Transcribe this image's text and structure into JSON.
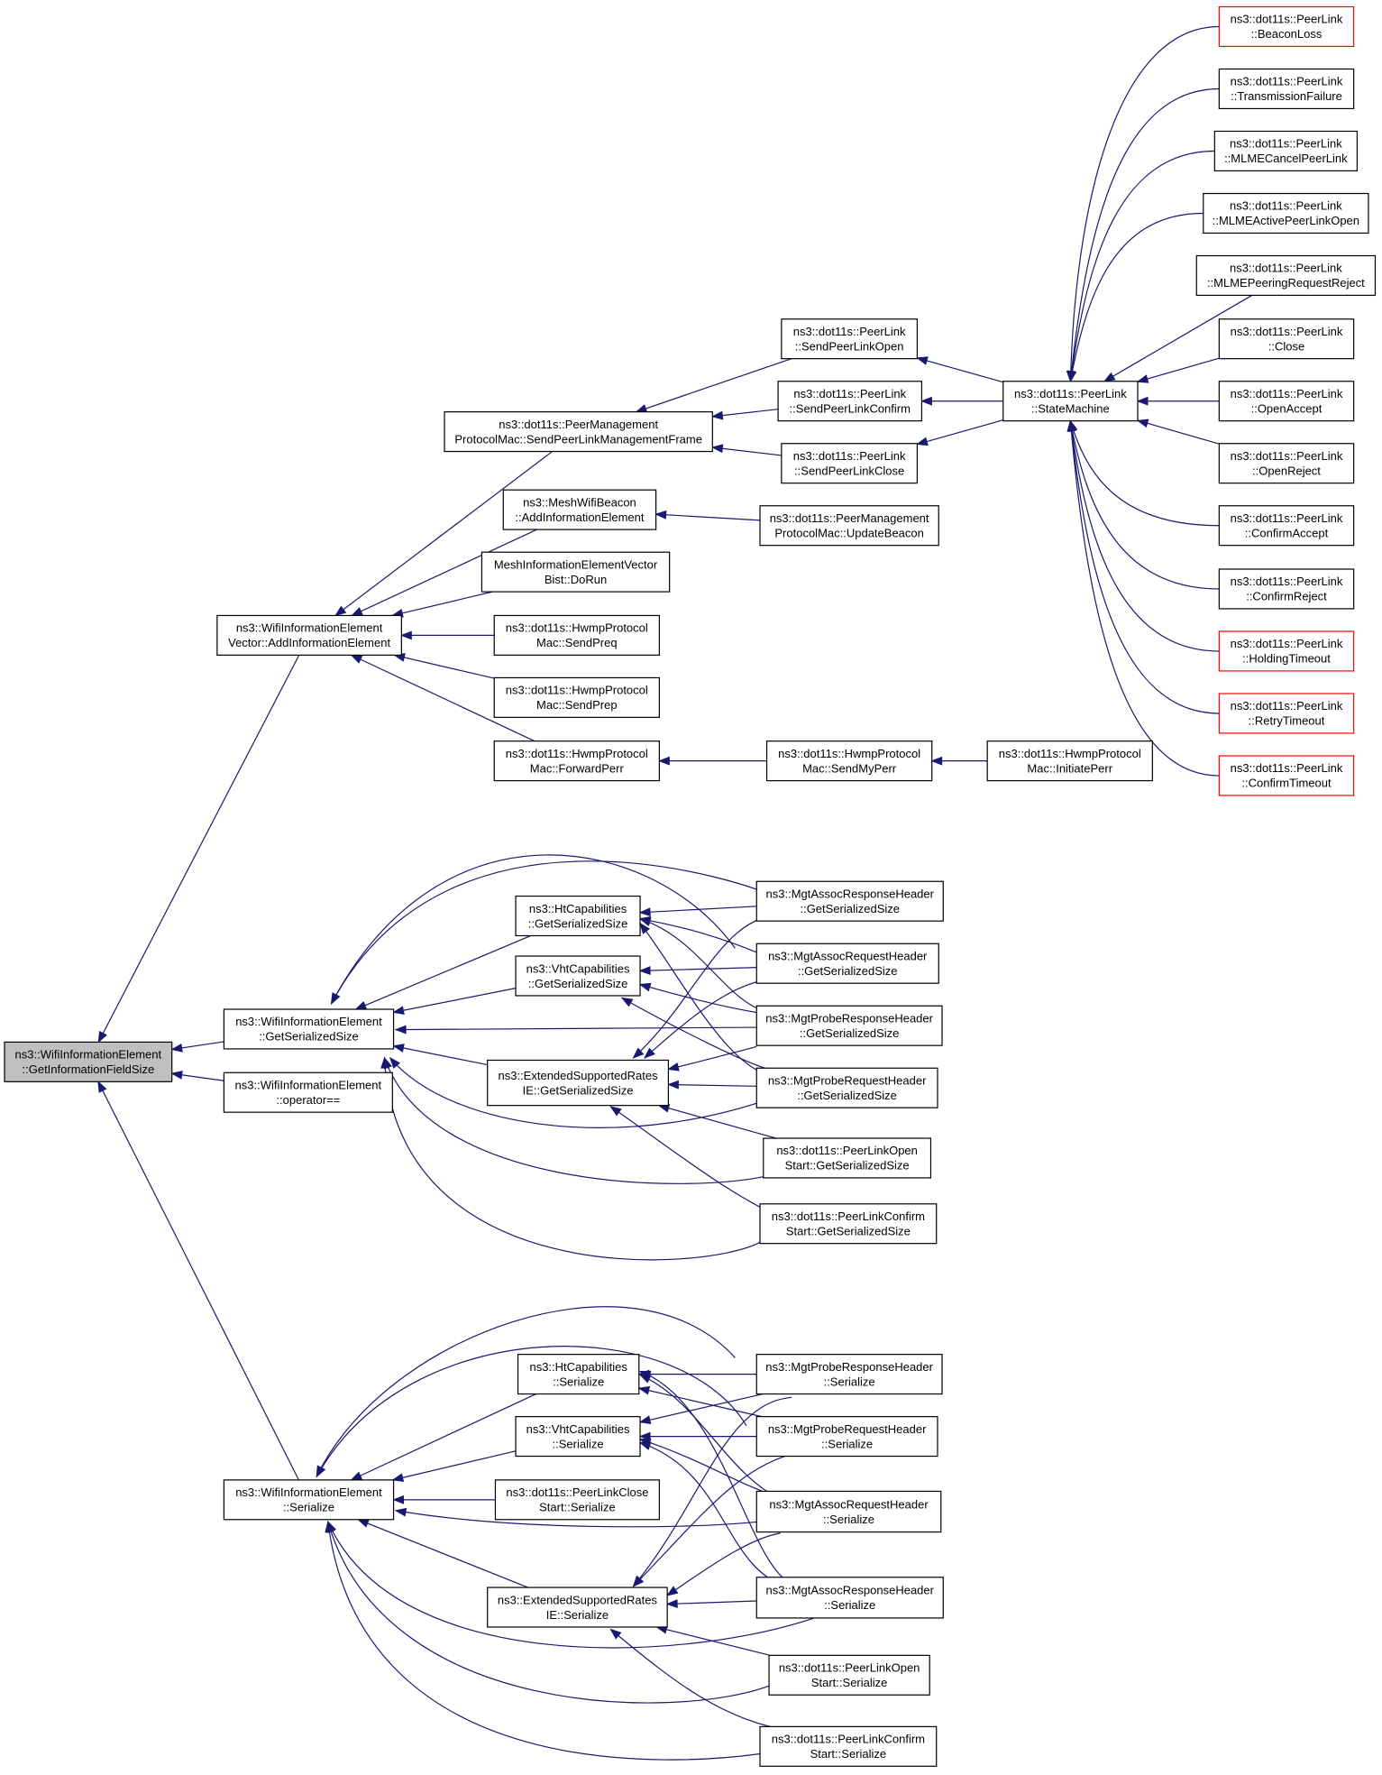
{
  "graph": {
    "edge_color": "#191970",
    "root_fill": "#bfbfbf",
    "missing_node_border": "#ff0000",
    "nodes": [
      {
        "id": "root",
        "lines": [
          "ns3::WifiInformationElement",
          "::GetInformationFieldSize"
        ],
        "style": "root"
      },
      {
        "id": "addie",
        "lines": [
          "ns3::WifiInformationElement",
          "Vector::AddInformationElement"
        ]
      },
      {
        "id": "gss",
        "lines": [
          "ns3::WifiInformationElement",
          "::GetSerializedSize"
        ]
      },
      {
        "id": "opeq",
        "lines": [
          "ns3::WifiInformationElement",
          "::operator=="
        ]
      },
      {
        "id": "ser",
        "lines": [
          "ns3::WifiInformationElement",
          "::Serialize"
        ]
      },
      {
        "id": "spmf",
        "lines": [
          "ns3::dot11s::PeerManagement",
          "ProtocolMac::SendPeerLinkManagementFrame"
        ]
      },
      {
        "id": "mwb",
        "lines": [
          "ns3::MeshWifiBeacon",
          "::AddInformationElement"
        ]
      },
      {
        "id": "miev",
        "lines": [
          "MeshInformationElementVector",
          "Bist::DoRun"
        ]
      },
      {
        "id": "spreq",
        "lines": [
          "ns3::dot11s::HwmpProtocol",
          "Mac::SendPreq"
        ]
      },
      {
        "id": "sprep",
        "lines": [
          "ns3::dot11s::HwmpProtocol",
          "Mac::SendPrep"
        ]
      },
      {
        "id": "fperr",
        "lines": [
          "ns3::dot11s::HwmpProtocol",
          "Mac::ForwardPerr"
        ]
      },
      {
        "id": "splo",
        "lines": [
          "ns3::dot11s::PeerLink",
          "::SendPeerLinkOpen"
        ]
      },
      {
        "id": "splcf",
        "lines": [
          "ns3::dot11s::PeerLink",
          "::SendPeerLinkConfirm"
        ]
      },
      {
        "id": "splcl",
        "lines": [
          "ns3::dot11s::PeerLink",
          "::SendPeerLinkClose"
        ]
      },
      {
        "id": "ub",
        "lines": [
          "ns3::dot11s::PeerManagement",
          "ProtocolMac::UpdateBeacon"
        ]
      },
      {
        "id": "smp",
        "lines": [
          "ns3::dot11s::HwmpProtocol",
          "Mac::SendMyPerr"
        ]
      },
      {
        "id": "ip",
        "lines": [
          "ns3::dot11s::HwmpProtocol",
          "Mac::InitiatePerr"
        ]
      },
      {
        "id": "sm",
        "lines": [
          "ns3::dot11s::PeerLink",
          "::StateMachine"
        ]
      },
      {
        "id": "bl",
        "lines": [
          "ns3::dot11s::PeerLink",
          "::BeaconLoss"
        ],
        "style": "red"
      },
      {
        "id": "tf",
        "lines": [
          "ns3::dot11s::PeerLink",
          "::TransmissionFailure"
        ]
      },
      {
        "id": "mcpl",
        "lines": [
          "ns3::dot11s::PeerLink",
          "::MLMECancelPeerLink"
        ]
      },
      {
        "id": "mapo",
        "lines": [
          "ns3::dot11s::PeerLink",
          "::MLMEActivePeerLinkOpen"
        ]
      },
      {
        "id": "mprr",
        "lines": [
          "ns3::dot11s::PeerLink",
          "::MLMEPeeringRequestReject"
        ]
      },
      {
        "id": "cl",
        "lines": [
          "ns3::dot11s::PeerLink",
          "::Close"
        ]
      },
      {
        "id": "oa",
        "lines": [
          "ns3::dot11s::PeerLink",
          "::OpenAccept"
        ]
      },
      {
        "id": "orj",
        "lines": [
          "ns3::dot11s::PeerLink",
          "::OpenReject"
        ]
      },
      {
        "id": "ca",
        "lines": [
          "ns3::dot11s::PeerLink",
          "::ConfirmAccept"
        ]
      },
      {
        "id": "crj",
        "lines": [
          "ns3::dot11s::PeerLink",
          "::ConfirmReject"
        ]
      },
      {
        "id": "ht",
        "lines": [
          "ns3::dot11s::PeerLink",
          "::HoldingTimeout"
        ],
        "style": "red"
      },
      {
        "id": "rt",
        "lines": [
          "ns3::dot11s::PeerLink",
          "::RetryTimeout"
        ],
        "style": "red"
      },
      {
        "id": "ct",
        "lines": [
          "ns3::dot11s::PeerLink",
          "::ConfirmTimeout"
        ],
        "style": "red"
      },
      {
        "id": "htg",
        "lines": [
          "ns3::HtCapabilities",
          "::GetSerializedSize"
        ]
      },
      {
        "id": "vhtg",
        "lines": [
          "ns3::VhtCapabilities",
          "::GetSerializedSize"
        ]
      },
      {
        "id": "esrg",
        "lines": [
          "ns3::ExtendedSupportedRates",
          "IE::GetSerializedSize"
        ]
      },
      {
        "id": "marspg",
        "lines": [
          "ns3::MgtAssocResponseHeader",
          "::GetSerializedSize"
        ]
      },
      {
        "id": "marqg",
        "lines": [
          "ns3::MgtAssocRequestHeader",
          "::GetSerializedSize"
        ]
      },
      {
        "id": "mprspg",
        "lines": [
          "ns3::MgtProbeResponseHeader",
          "::GetSerializedSize"
        ]
      },
      {
        "id": "mprqg",
        "lines": [
          "ns3::MgtProbeRequestHeader",
          "::GetSerializedSize"
        ]
      },
      {
        "id": "plosg",
        "lines": [
          "ns3::dot11s::PeerLinkOpen",
          "Start::GetSerializedSize"
        ]
      },
      {
        "id": "plcsg",
        "lines": [
          "ns3::dot11s::PeerLinkConfirm",
          "Start::GetSerializedSize"
        ]
      },
      {
        "id": "hts",
        "lines": [
          "ns3::HtCapabilities",
          "::Serialize"
        ]
      },
      {
        "id": "vhts",
        "lines": [
          "ns3::VhtCapabilities",
          "::Serialize"
        ]
      },
      {
        "id": "plcls",
        "lines": [
          "ns3::dot11s::PeerLinkClose",
          "Start::Serialize"
        ]
      },
      {
        "id": "esrs",
        "lines": [
          "ns3::ExtendedSupportedRates",
          "IE::Serialize"
        ]
      },
      {
        "id": "mprsps",
        "lines": [
          "ns3::MgtProbeResponseHeader",
          "::Serialize"
        ]
      },
      {
        "id": "mprqs",
        "lines": [
          "ns3::MgtProbeRequestHeader",
          "::Serialize"
        ]
      },
      {
        "id": "marqs",
        "lines": [
          "ns3::MgtAssocRequestHeader",
          "::Serialize"
        ]
      },
      {
        "id": "marsps",
        "lines": [
          "ns3::MgtAssocResponseHeader",
          "::Serialize"
        ]
      },
      {
        "id": "ploss",
        "lines": [
          "ns3::dot11s::PeerLinkOpen",
          "Start::Serialize"
        ]
      },
      {
        "id": "plcss",
        "lines": [
          "ns3::dot11s::PeerLinkConfirm",
          "Start::Serialize"
        ]
      }
    ],
    "edges": [
      [
        "root",
        "addie"
      ],
      [
        "root",
        "gss"
      ],
      [
        "root",
        "opeq"
      ],
      [
        "root",
        "ser"
      ],
      [
        "addie",
        "spmf"
      ],
      [
        "addie",
        "mwb"
      ],
      [
        "addie",
        "miev"
      ],
      [
        "addie",
        "spreq"
      ],
      [
        "addie",
        "sprep"
      ],
      [
        "addie",
        "fperr"
      ],
      [
        "spmf",
        "splo"
      ],
      [
        "spmf",
        "splcf"
      ],
      [
        "spmf",
        "splcl"
      ],
      [
        "mwb",
        "ub"
      ],
      [
        "fperr",
        "smp"
      ],
      [
        "smp",
        "ip"
      ],
      [
        "splo",
        "sm"
      ],
      [
        "splcf",
        "sm"
      ],
      [
        "splcl",
        "sm"
      ],
      [
        "sm",
        "bl"
      ],
      [
        "sm",
        "tf"
      ],
      [
        "sm",
        "mcpl"
      ],
      [
        "sm",
        "mapo"
      ],
      [
        "sm",
        "mprr"
      ],
      [
        "sm",
        "cl"
      ],
      [
        "sm",
        "oa"
      ],
      [
        "sm",
        "orj"
      ],
      [
        "sm",
        "ca"
      ],
      [
        "sm",
        "crj"
      ],
      [
        "sm",
        "ht"
      ],
      [
        "sm",
        "rt"
      ],
      [
        "sm",
        "ct"
      ],
      [
        "gss",
        "htg"
      ],
      [
        "gss",
        "vhtg"
      ],
      [
        "gss",
        "esrg"
      ],
      [
        "gss",
        "marspg"
      ],
      [
        "gss",
        "marqg"
      ],
      [
        "gss",
        "mprspg"
      ],
      [
        "gss",
        "mprqg"
      ],
      [
        "gss",
        "plosg"
      ],
      [
        "gss",
        "plcsg"
      ],
      [
        "htg",
        "marspg"
      ],
      [
        "htg",
        "marqg"
      ],
      [
        "htg",
        "mprspg"
      ],
      [
        "htg",
        "mprqg"
      ],
      [
        "vhtg",
        "marqg"
      ],
      [
        "vhtg",
        "mprspg"
      ],
      [
        "vhtg",
        "mprqg"
      ],
      [
        "esrg",
        "marspg"
      ],
      [
        "esrg",
        "marqg"
      ],
      [
        "esrg",
        "mprspg"
      ],
      [
        "esrg",
        "mprqg"
      ],
      [
        "esrg",
        "plosg"
      ],
      [
        "esrg",
        "plcsg"
      ],
      [
        "ser",
        "hts"
      ],
      [
        "ser",
        "vhts"
      ],
      [
        "ser",
        "plcls"
      ],
      [
        "ser",
        "esrs"
      ],
      [
        "ser",
        "mprsps"
      ],
      [
        "ser",
        "mprqs"
      ],
      [
        "ser",
        "marqs"
      ],
      [
        "ser",
        "marsps"
      ],
      [
        "ser",
        "ploss"
      ],
      [
        "ser",
        "plcss"
      ],
      [
        "hts",
        "mprsps"
      ],
      [
        "hts",
        "mprqs"
      ],
      [
        "hts",
        "marqs"
      ],
      [
        "hts",
        "marsps"
      ],
      [
        "vhts",
        "mprsps"
      ],
      [
        "vhts",
        "mprqs"
      ],
      [
        "vhts",
        "marqs"
      ],
      [
        "vhts",
        "marsps"
      ],
      [
        "esrs",
        "mprsps"
      ],
      [
        "esrs",
        "mprqs"
      ],
      [
        "esrs",
        "marqs"
      ],
      [
        "esrs",
        "marsps"
      ],
      [
        "esrs",
        "ploss"
      ],
      [
        "esrs",
        "plcss"
      ]
    ]
  }
}
